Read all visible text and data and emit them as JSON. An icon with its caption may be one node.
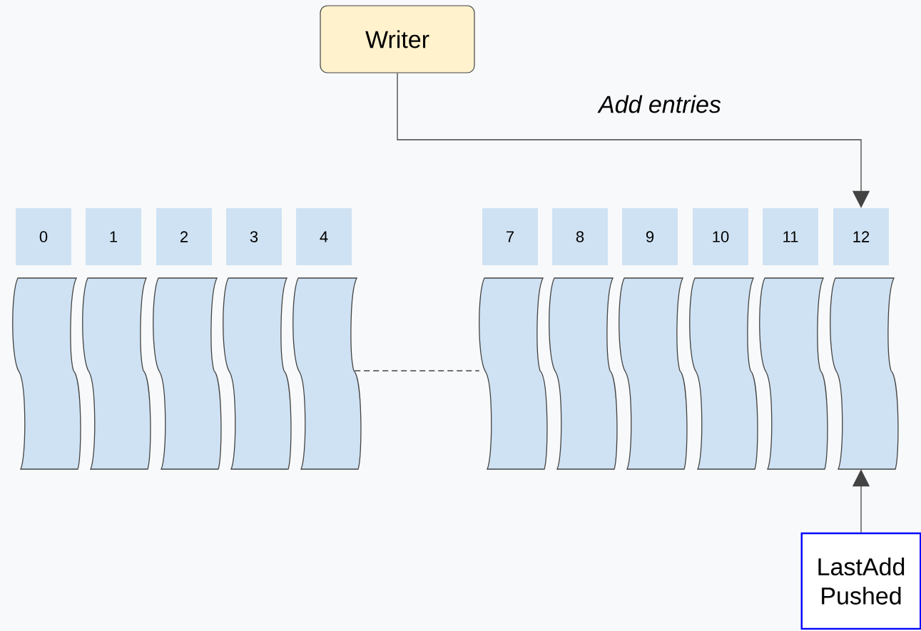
{
  "diagram": {
    "nodes": [
      {
        "text": [
          "Writer"
        ]
      },
      {
        "text": [
          "0"
        ]
      },
      {
        "text": [
          "1"
        ]
      },
      {
        "text": [
          "2"
        ]
      },
      {
        "text": [
          "3"
        ]
      },
      {
        "text": [
          "4"
        ]
      },
      {
        "text": [
          "7"
        ]
      },
      {
        "text": [
          "8"
        ]
      },
      {
        "text": [
          "9"
        ]
      },
      {
        "text": [
          "10"
        ]
      },
      {
        "text": [
          "11"
        ]
      },
      {
        "text": [
          "12"
        ]
      },
      {
        "text": [],
        "shape": "tape"
      },
      {
        "text": [],
        "shape": "tape"
      },
      {
        "text": [],
        "shape": "tape"
      },
      {
        "text": [],
        "shape": "tape"
      },
      {
        "text": [],
        "shape": "tape"
      },
      {
        "text": [],
        "shape": "tape"
      },
      {
        "text": [],
        "shape": "tape"
      },
      {
        "text": [],
        "shape": "tape"
      },
      {
        "text": [],
        "shape": "tape"
      },
      {
        "text": [],
        "shape": "tape"
      },
      {
        "text": [],
        "shape": "tape"
      },
      {
        "text": [
          "LastAdd Pushed"
        ]
      }
    ],
    "edges": [
      {
        "from": 0,
        "to": 11,
        "arrow": "to",
        "label": "Add entries"
      },
      {
        "from": 16,
        "to": 17,
        "arrow": "none",
        "style": "dashed"
      },
      {
        "from": 23,
        "to": 22,
        "arrow": "to"
      }
    ]
  }
}
